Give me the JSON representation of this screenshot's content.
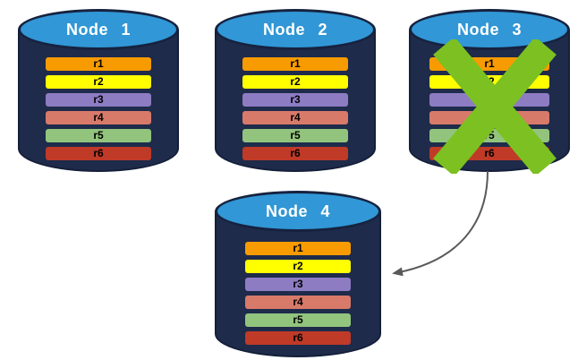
{
  "colors": {
    "cylinder_body": "#1E2B4A",
    "cylinder_top": "#3197D6",
    "failure_x": "#7CC121",
    "arrow": "#595959"
  },
  "nodes": [
    {
      "label": "Node 1",
      "rows": [
        {
          "label": "r1",
          "color": "#F89B00"
        },
        {
          "label": "r2",
          "color": "#FFFF00"
        },
        {
          "label": "r3",
          "color": "#8E7CC3"
        },
        {
          "label": "r4",
          "color": "#D87A6A"
        },
        {
          "label": "r5",
          "color": "#93C47D"
        },
        {
          "label": "r6",
          "color": "#C03A28"
        }
      ]
    },
    {
      "label": "Node 2",
      "rows": [
        {
          "label": "r1",
          "color": "#F89B00"
        },
        {
          "label": "r2",
          "color": "#FFFF00"
        },
        {
          "label": "r3",
          "color": "#8E7CC3"
        },
        {
          "label": "r4",
          "color": "#D87A6A"
        },
        {
          "label": "r5",
          "color": "#93C47D"
        },
        {
          "label": "r6",
          "color": "#C03A28"
        }
      ]
    },
    {
      "label": "Node 3",
      "failed": true,
      "rows": [
        {
          "label": "r1",
          "color": "#F89B00"
        },
        {
          "label": "r2",
          "color": "#FFFF00"
        },
        {
          "label": "r3",
          "color": "#8E7CC3"
        },
        {
          "label": "r4",
          "color": "#D87A6A"
        },
        {
          "label": "r5",
          "color": "#93C47D"
        },
        {
          "label": "r6",
          "color": "#C03A28"
        }
      ]
    },
    {
      "label": "Node 4",
      "rows": [
        {
          "label": "r1",
          "color": "#F89B00"
        },
        {
          "label": "r2",
          "color": "#FFFF00"
        },
        {
          "label": "r3",
          "color": "#8E7CC3"
        },
        {
          "label": "r4",
          "color": "#D87A6A"
        },
        {
          "label": "r5",
          "color": "#93C47D"
        },
        {
          "label": "r6",
          "color": "#C03A28"
        }
      ]
    }
  ],
  "arrow": {
    "from": "Node 3",
    "to": "Node 4"
  }
}
